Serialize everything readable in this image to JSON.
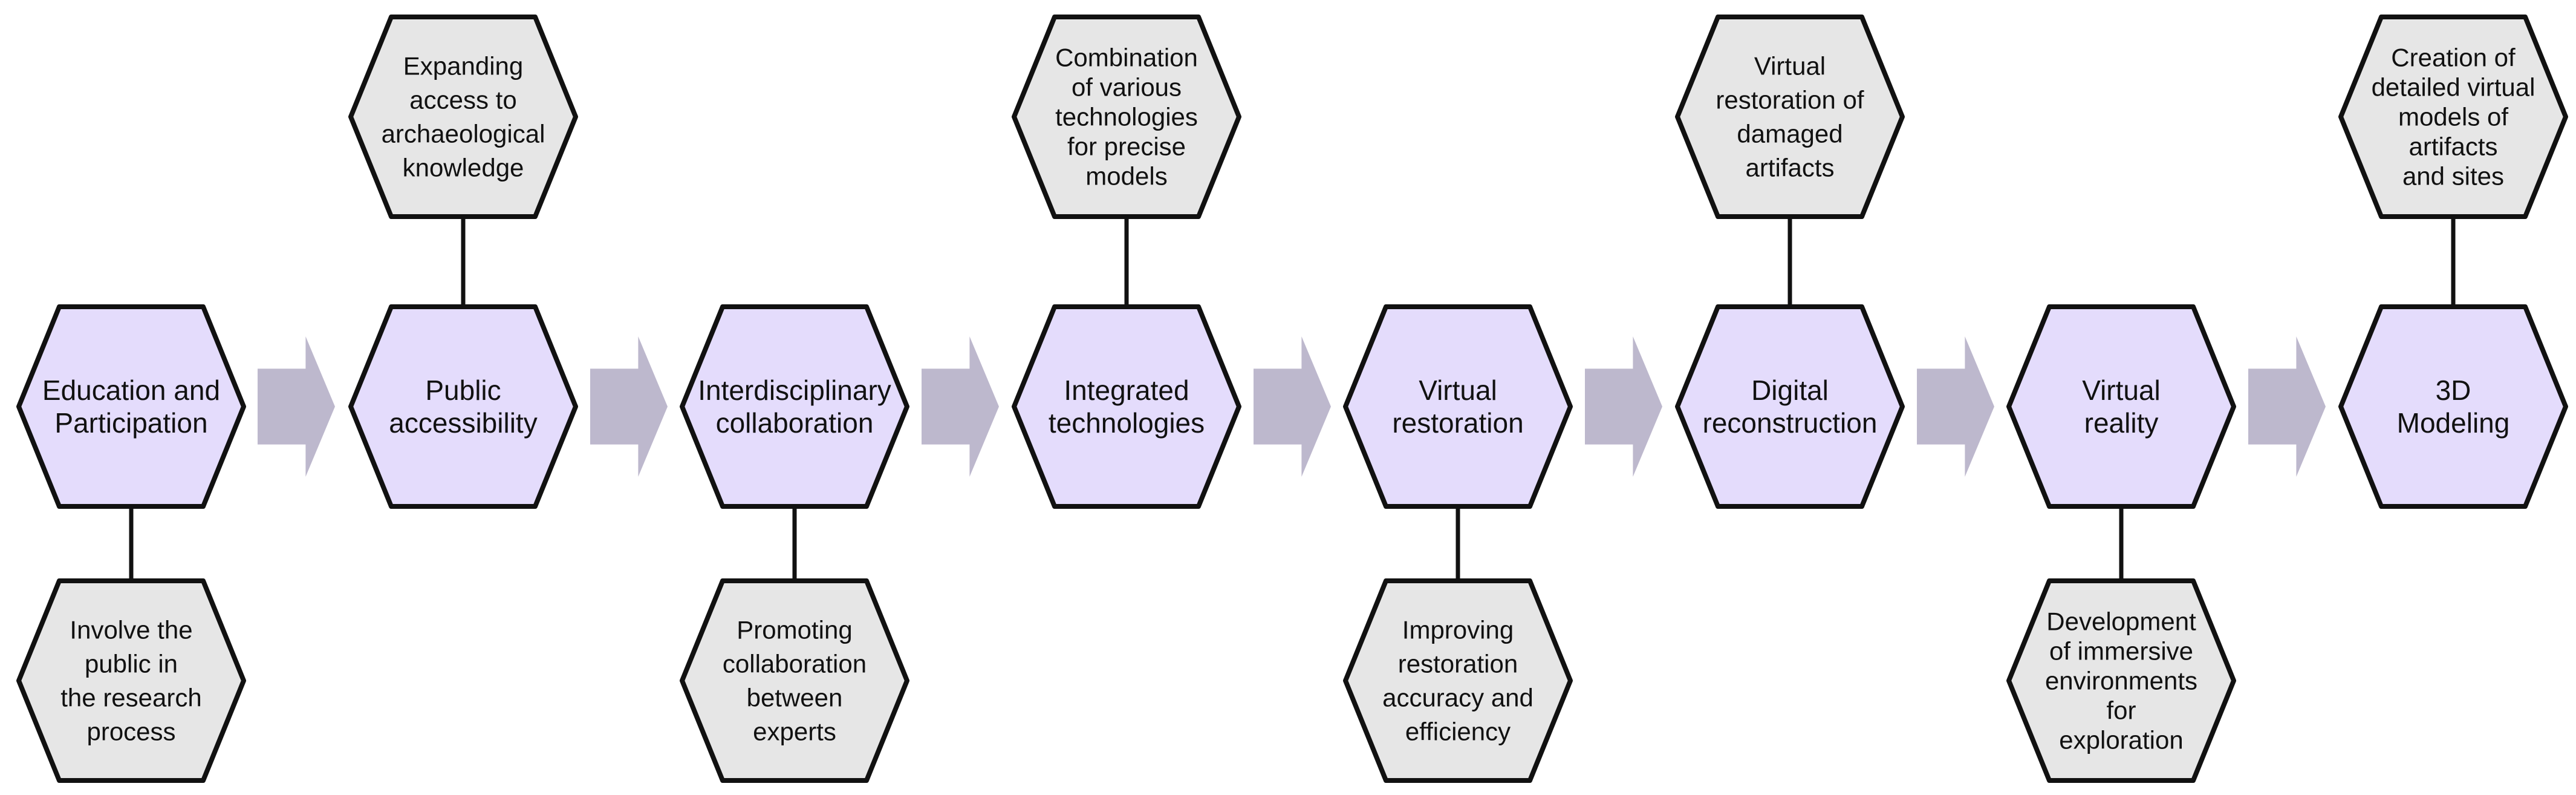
{
  "colors": {
    "main_fill": "#E4DCFC",
    "side_fill": "#E6E6E6",
    "stroke": "#111111",
    "arrow": "#BDB8CD",
    "connector": "#111111"
  },
  "flow": [
    {
      "main": [
        "Education and",
        "Participation"
      ],
      "detail": [
        "Involve the",
        "public in",
        "the research",
        "process"
      ],
      "detail_side": "bottom"
    },
    {
      "main": [
        "Public",
        "accessibility"
      ],
      "detail": [
        "Expanding",
        "access to",
        "archaeological",
        "knowledge"
      ],
      "detail_side": "top"
    },
    {
      "main": [
        "Interdisciplinary",
        "collaboration"
      ],
      "detail": [
        "Promoting",
        "collaboration",
        "between",
        "experts"
      ],
      "detail_side": "bottom"
    },
    {
      "main": [
        "Integrated",
        "technologies"
      ],
      "detail": [
        "Combination",
        "of various",
        "technologies",
        "for precise",
        "models"
      ],
      "detail_side": "top"
    },
    {
      "main": [
        "Virtual",
        "restoration"
      ],
      "detail": [
        "Improving",
        "restoration",
        "accuracy and",
        "efficiency"
      ],
      "detail_side": "bottom"
    },
    {
      "main": [
        "Digital",
        "reconstruction"
      ],
      "detail": [
        "Virtual",
        "restoration of",
        "damaged",
        "artifacts"
      ],
      "detail_side": "top"
    },
    {
      "main": [
        "Virtual",
        "reality"
      ],
      "detail": [
        "Development",
        "of immersive",
        "environments",
        "for",
        "exploration"
      ],
      "detail_side": "bottom"
    },
    {
      "main": [
        "3D",
        "Modeling"
      ],
      "detail": [
        "Creation of",
        "detailed virtual",
        "models of",
        "artifacts",
        "and sites"
      ],
      "detail_side": "top"
    }
  ]
}
